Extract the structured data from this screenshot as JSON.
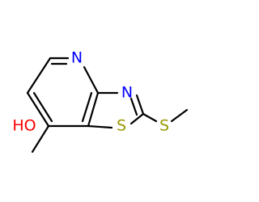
{
  "molecule": {
    "atoms": {
      "n_pyridine": {
        "symbol": "N",
        "color": "#0000ff"
      },
      "n_thiazole": {
        "symbol": "N",
        "color": "#0000ff"
      },
      "s_ring": {
        "symbol": "S",
        "color": "#999900"
      },
      "s_methylthio": {
        "symbol": "S",
        "color": "#999900"
      },
      "hydroxyl": {
        "symbol": "HO",
        "color": "#ff0000"
      }
    },
    "bond_color": "#000000",
    "background": "#ffffff"
  }
}
